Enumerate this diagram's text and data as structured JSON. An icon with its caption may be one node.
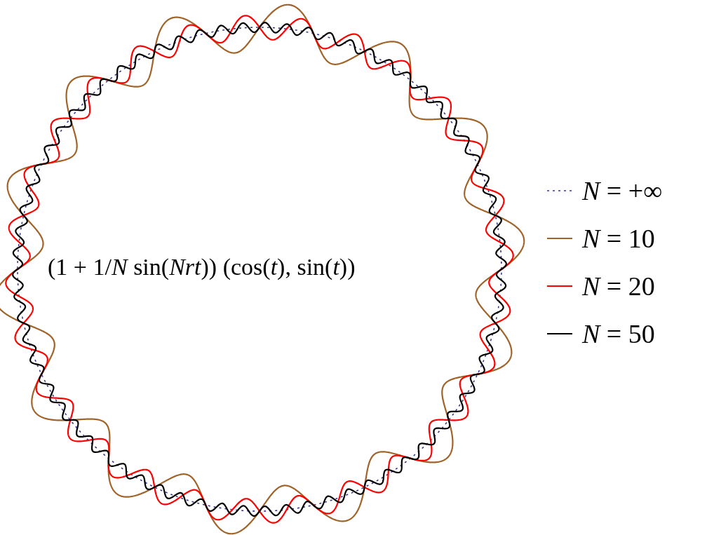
{
  "diagram": {
    "labels": [
      "(1 + 1/*N* sin(*Nrt*)) (cos(*t*), sin(*t*))"
    ],
    "legend": [
      {
        "text": "*N* = +∞"
      },
      {
        "text": "*N* = 10"
      },
      {
        "text": "*N* = 20"
      },
      {
        "text": "*N* = 50"
      }
    ]
  }
}
